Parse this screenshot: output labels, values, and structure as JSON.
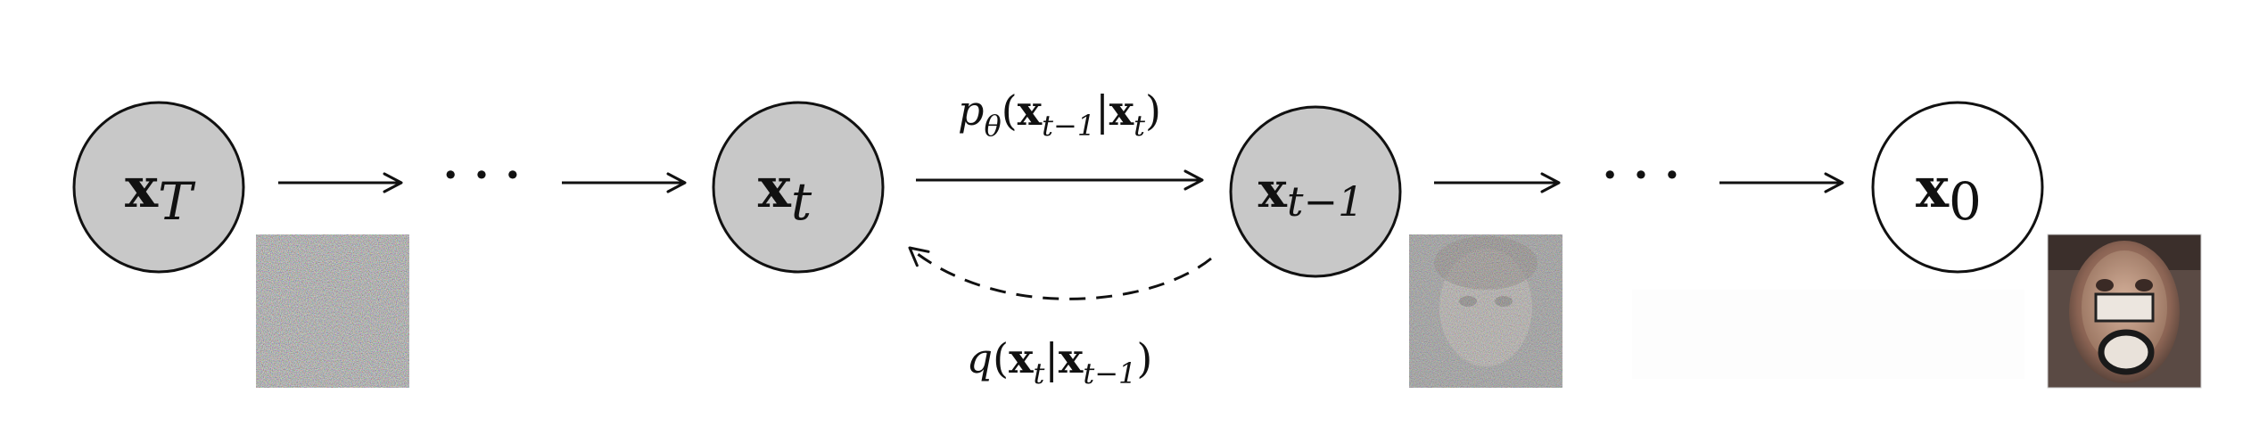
{
  "diagram": {
    "nodes": [
      {
        "id": "xT",
        "main": "x",
        "sub": "T",
        "fill": "#c8c8c8"
      },
      {
        "id": "xt",
        "main": "x",
        "sub": "t",
        "fill": "#c8c8c8"
      },
      {
        "id": "xt1",
        "main": "x",
        "sub": "t−1",
        "fill": "#c8c8c8"
      },
      {
        "id": "x0",
        "main": "x",
        "sub": "0",
        "fill": "#ffffff"
      }
    ],
    "ellipsis": "· · ·",
    "forward_label": {
      "fn": "p",
      "fn_sub": "θ",
      "open": "(",
      "a_main": "x",
      "a_sub": "t−1",
      "bar": "|",
      "b_main": "x",
      "b_sub": "t",
      "close": ")"
    },
    "reverse_label": {
      "fn": "q",
      "open": "(",
      "a_main": "x",
      "a_sub": "t",
      "bar": "|",
      "b_main": "x",
      "b_sub": "t−1",
      "close": ")"
    },
    "thumbnails": [
      {
        "id": "noise-full",
        "kind": "pure-noise"
      },
      {
        "id": "noise-face",
        "kind": "noisy-face"
      },
      {
        "id": "face-clean",
        "kind": "face"
      }
    ],
    "colors": {
      "stroke": "#111111",
      "node_gray": "#c8c8c8",
      "node_white": "#ffffff"
    }
  }
}
